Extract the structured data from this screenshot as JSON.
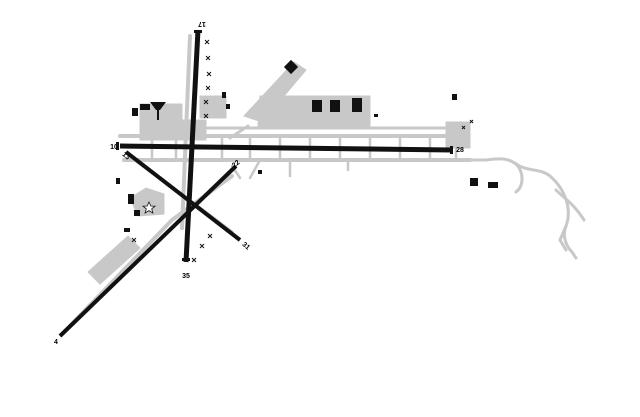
{
  "colors": {
    "background": "#ffffff",
    "pavement": "#c8c8c8",
    "runway": "#111111",
    "building": "#111111"
  },
  "runway_labels": {
    "r17": "17",
    "r35": "35",
    "r28": "28",
    "r13": "13",
    "r31": "31",
    "r10": "10",
    "r4": "4",
    "r22": "22"
  },
  "symbols": {
    "tower": "control-tower-icon",
    "beacon": "beacon-star-icon",
    "obstruction": "obstruction-x-icon"
  }
}
